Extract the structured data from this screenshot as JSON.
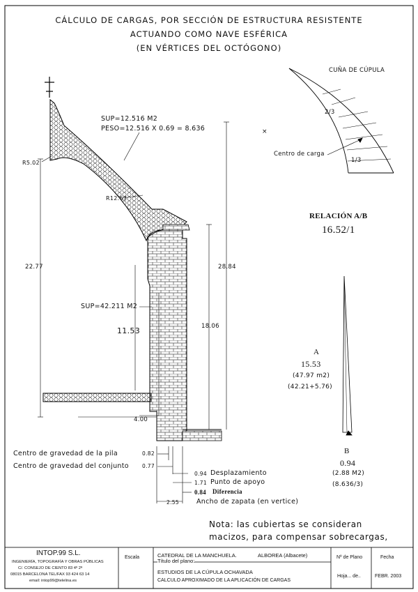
{
  "title": {
    "line1": "CÁLCULO DE CARGAS, POR SECCIÓN DE ESTRUCTURA RESISTENTE",
    "line2": "ACTUANDO COMO NAVE ESFÉRICA",
    "line3": "(EN VÉRTICES DEL OCTÓGONO)"
  },
  "wedge": {
    "title": "CUÑA DE CÚPULA",
    "two_thirds": "2/3",
    "one_third": "1/3",
    "centro_carga": "Centro de carga"
  },
  "section": {
    "sup_dome": "SUP=12.516 M2",
    "peso_dome": "PESO=12.516 X 0.69 = 8.636",
    "r_inner": "R5.02",
    "r_outer": "R12.67",
    "dim_2277": "22.77",
    "dim_2884": "28.84",
    "dim_1806": "18.06",
    "sup_pila": "SUP=42.211 M2",
    "dim_1153": "11.53",
    "dim_400": "4.00"
  },
  "relation": {
    "label": "RELACIÓN A/B",
    "value": "16.52/1"
  },
  "force_a": {
    "label": "A",
    "value": "15.53",
    "area": "(47.97 m2)",
    "sum": "(42.21+5.76)"
  },
  "force_b": {
    "label": "B",
    "value": "0.94",
    "area": "(2.88 M2)",
    "calc": "(8.636/3)"
  },
  "legend": {
    "cg_pila": "Centro de gravedad de la pila",
    "cg_conjunto": "Centro de gravedad del conjunto",
    "v082": "0.82",
    "v077": "0.77",
    "v094": "0.94",
    "desplazamiento": "Desplazamiento",
    "v171": "1.71",
    "punto_apoyo": "Punto de apoyo",
    "v084": "0.84",
    "diferencia": "Diferencia",
    "v255": "2.55",
    "ancho_zapata": "Ancho de zapata (en vertice)"
  },
  "note": {
    "line1": "Nota: las cubiertas se consideran",
    "line2": "macizos, para compensar sobrecargas,"
  },
  "title_block": {
    "company": "INTOP.99 S.L.",
    "company_l1": "INGENIERÍA, TOPOGRAFÍA Y OBRAS PÚBLICAS",
    "company_l2": "C/. CONSEJO DE CIENTO 83 4º 2ª",
    "company_l3": "08015 BARCELONA TEL/FAX 93 424 63 14",
    "company_l4": "email: intop99@telelina.es",
    "escala_label": "Escala",
    "project": "CATEDRAL DE LA MANCHUELA.",
    "location": "ALBOREA (Albacete)",
    "titulo_label": "Título del plano:",
    "titulo_l1": "ESTUDIOS DE LA CÚPULA OCHAVADA",
    "titulo_l2": "CALCULO APROXIMADO DE LA APLICACIÓN DE CARGAS",
    "plano_label": "Nº de Plano",
    "fecha_label": "Fecha",
    "hoja": "Hoja... de..",
    "fecha": "FEBR. 2003"
  }
}
